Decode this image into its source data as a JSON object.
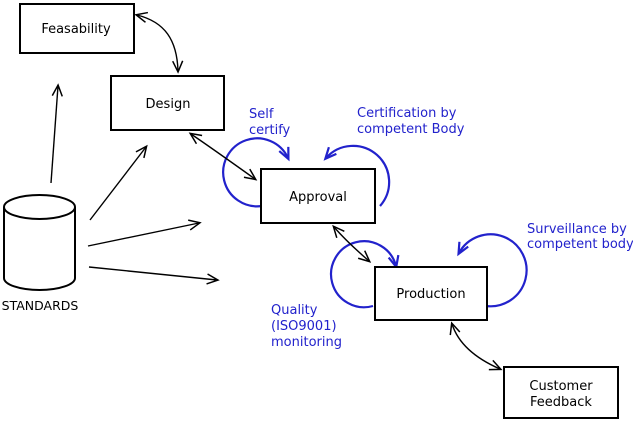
{
  "nodes": {
    "feasability": "Feasability",
    "design": "Design",
    "approval": "Approval",
    "production": "Production",
    "customer_feedback_line1": "Customer",
    "customer_feedback_line2": "Feedback",
    "standards": "STANDARDS"
  },
  "annotations": {
    "self_certify_line1": "Self",
    "self_certify_line2": "certify",
    "certification_line1": "Certification by",
    "certification_line2": "competent Body",
    "surveillance_line1": "Surveillance by",
    "surveillance_line2": "competent body",
    "quality_line1": "Quality",
    "quality_line2": "(ISO9001)",
    "quality_line3": "monitoring"
  },
  "colors": {
    "line_black": "#000000",
    "annotation_blue": "#2222cc",
    "background": "#ffffff"
  }
}
